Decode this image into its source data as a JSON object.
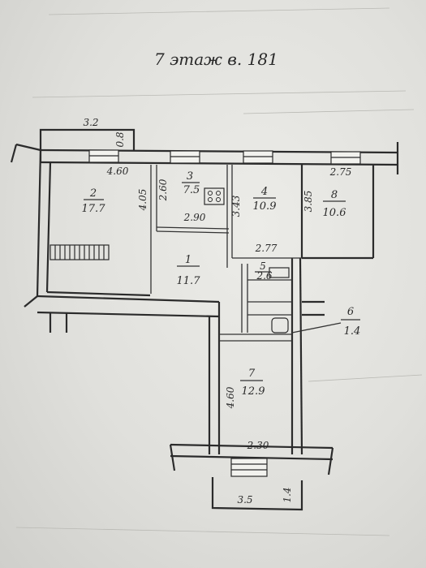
{
  "plan": {
    "title": "7 этаж  в. 181",
    "rooms": [
      {
        "id": "2",
        "area": "17.7"
      },
      {
        "id": "3",
        "area": "7.5"
      },
      {
        "id": "4",
        "area": "10.9"
      },
      {
        "id": "8",
        "area": "10.6"
      },
      {
        "id": "1",
        "area": "11.7"
      },
      {
        "id": "5",
        "area": "2.6"
      },
      {
        "id": "6",
        "area": "1.4"
      },
      {
        "id": "7",
        "area": "12.9"
      }
    ],
    "dimensions": {
      "top_width": "3.2",
      "top_depth": "0.8",
      "room2_width": "4.60",
      "room2_depth": "4.05",
      "room3_depth": "2.60",
      "room3_width": "2.90",
      "room4_depth": "3.43",
      "room4_width": "2.77",
      "room8_width": "2.75",
      "room8_depth": "3.85",
      "room7_depth": "4.60",
      "room7_width": "2.30",
      "balcony_width": "3.5",
      "balcony_depth": "1.4"
    }
  }
}
